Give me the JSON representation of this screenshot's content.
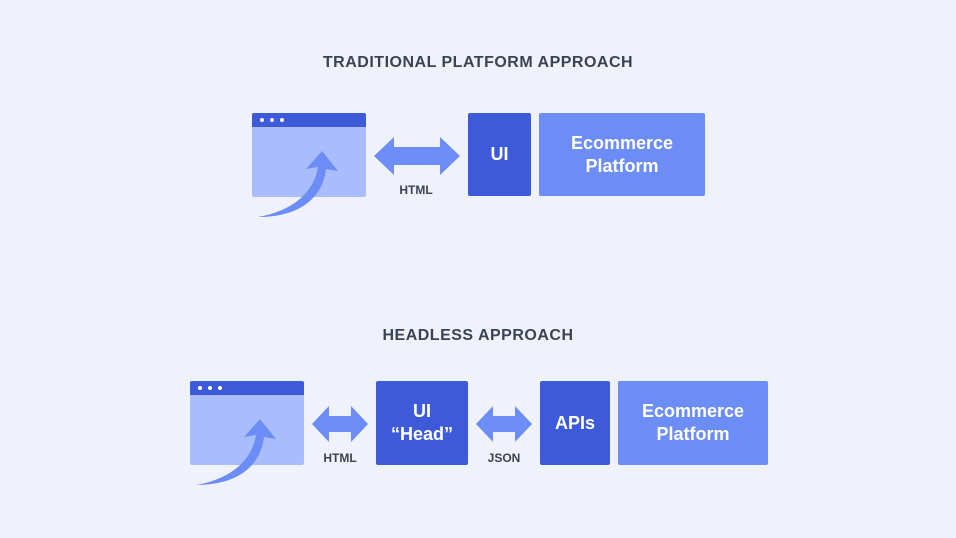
{
  "traditional": {
    "title": "TRADITIONAL PLATFORM APPROACH",
    "arrow_label": "HTML",
    "ui_label": "UI",
    "platform_line1": "Ecommerce",
    "platform_line2": "Platform"
  },
  "headless": {
    "title": "HEADLESS APPROACH",
    "arrow1_label": "HTML",
    "head_line1": "UI",
    "head_line2": "“Head”",
    "arrow2_label": "JSON",
    "apis_label": "APIs",
    "platform_line1": "Ecommerce",
    "platform_line2": "Platform"
  },
  "colors": {
    "background": "#eff2fd",
    "dark_blue": "#3d5bd8",
    "medium_blue": "#6c8cf6",
    "light_blue": "#a9bdfd",
    "text": "#3d4250"
  },
  "icons": [
    "browser-window-icon",
    "curved-arrow-icon",
    "double-headed-arrow-icon"
  ]
}
